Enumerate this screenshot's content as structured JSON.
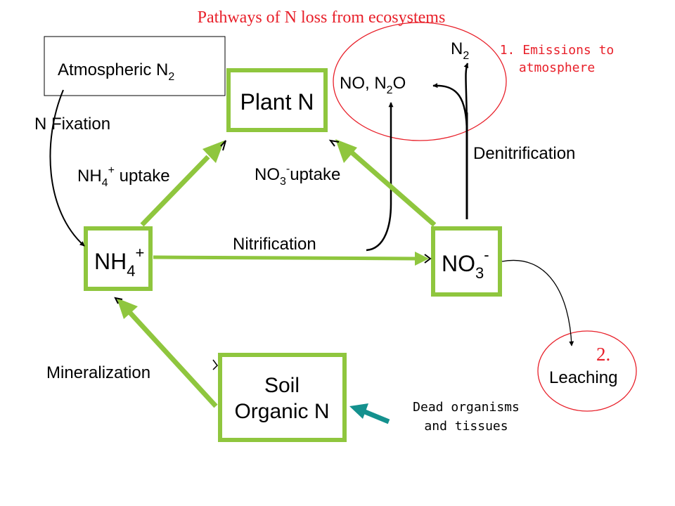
{
  "title": "Pathways of N loss from ecosystems",
  "colors": {
    "title": "#e8202a",
    "box_border": "#8fc63e",
    "green_arrow": "#8fc63e",
    "teal_arrow": "#14918e",
    "ellipse": "#e8202a",
    "annotation": "#e8202a"
  },
  "nodes": {
    "atmospheric": {
      "label": "Atmospheric N",
      "sub": "2"
    },
    "plant": {
      "label": "Plant N"
    },
    "nh4": {
      "label": "NH",
      "sub": "4",
      "sup": "+"
    },
    "no3": {
      "label": "NO",
      "sub": "3",
      "sup": "-"
    },
    "soil": {
      "line1": "Soil",
      "line2": "Organic N"
    }
  },
  "labels": {
    "n_fixation": "N Fixation",
    "nh4_uptake": {
      "pre": "NH",
      "sub": "4",
      "sup": "+",
      "post": " uptake"
    },
    "no3_uptake": {
      "pre": "NO",
      "sub": "3",
      "sup": "-",
      "post": "uptake"
    },
    "nitrification": "Nitrification",
    "denitrification": "Denitrification",
    "mineralization": "Mineralization",
    "no_n2o": {
      "pre": "NO, N",
      "sub": "2",
      "post": "O"
    },
    "n2": {
      "pre": "N",
      "sub": "2"
    },
    "emissions_line1": "1. Emissions to",
    "emissions_line2": "atmosphere",
    "leaching_number": "2.",
    "leaching": "Leaching",
    "dead_line1": "Dead organisms",
    "dead_line2": "and tissues"
  }
}
